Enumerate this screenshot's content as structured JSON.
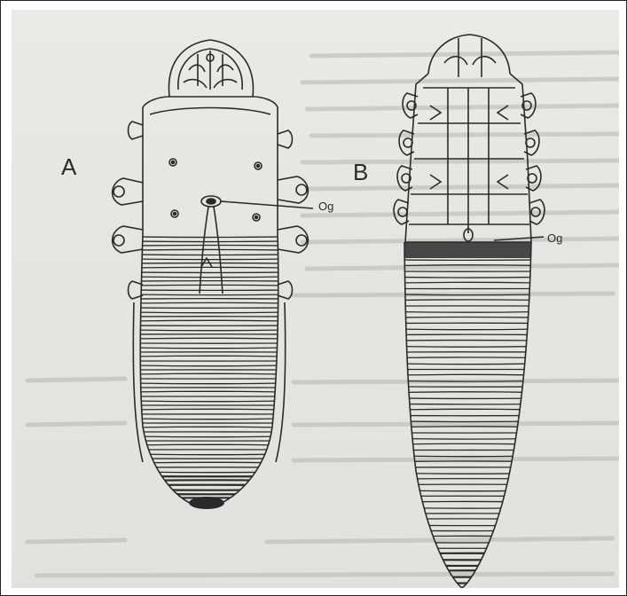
{
  "figure": {
    "label_a": "A",
    "label_b": "B",
    "callout_a": "Og",
    "callout_b": "Og"
  },
  "colors": {
    "ink": "#2a2a2a",
    "paper": "#e8e6e2",
    "bleed": "#b4b2ae"
  }
}
